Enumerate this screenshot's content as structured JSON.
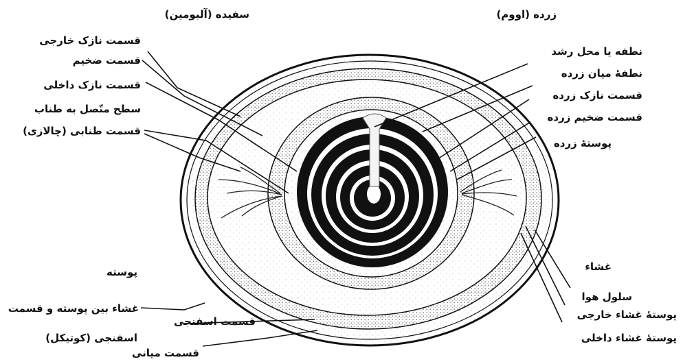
{
  "labels": {
    "albumen_title": "سفیده (آلبومین)",
    "yolk_title": "زرده (اووم)",
    "outer_thin": "قسمت نازک خارجی",
    "thick": "قسمت ضخیم",
    "inner_thin": "قسمت نازک داخلی",
    "chalaza_surface": "سطح متّصل به طناب",
    "chalaza": "قسمت طنابی (چالازی)",
    "germinal_disc": "نطفه یا محل رشد",
    "latebra": "نطفهٔ میان زرده",
    "thin_yolk": "قسمت نازک زرده",
    "thick_yolk": "قسمت ضخیم زرده",
    "vitelline_membrane": "پوستهٔ زرده",
    "shell": "پوسته",
    "membrane": "غشاء",
    "air_cell": "سلول هوا",
    "outer_membrane": "پوستهٔ غشاء خارجی",
    "inner_membrane": "پوستهٔ غشاء داخلی",
    "shell_membrane_between": "غشاء بین پوسته و قسمت",
    "spongy_cuticle": "اسفنجی (کوتیکل)",
    "spongy_part": "قسمت اسفنجی",
    "middle_part": "قسمت میانی"
  },
  "colors": {
    "ink": "#111111",
    "stipple": "#9a9a9a",
    "paper": "#ffffff"
  }
}
